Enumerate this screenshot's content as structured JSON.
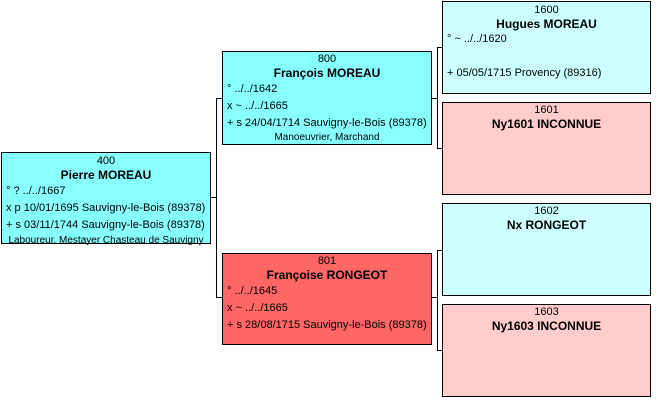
{
  "persons": {
    "p400": {
      "num": "400",
      "name": "Pierre MOREAU",
      "lines": [
        "° ? ../../1667",
        "x p 10/01/1695 Sauvigny-le-Bois (89378)",
        "+ s 03/11/1744 Sauvigny-le-Bois (89378)"
      ],
      "occupation": "Laboureur, Mestayer Chasteau de Sauvigny"
    },
    "p800": {
      "num": "800",
      "name": "François MOREAU",
      "lines": [
        "° ../../1642",
        "x ~ ../../1665",
        "+ s 24/04/1714 Sauvigny-le-Bois (89378)"
      ],
      "occupation": "Manoeuvrier, Marchand"
    },
    "p801": {
      "num": "801",
      "name": "Françoise RONGEOT",
      "lines": [
        "° ../../1645",
        "x ~ ../../1665",
        "+ s 28/08/1715 Sauvigny-le-Bois (89378)"
      ]
    },
    "p1600": {
      "num": "1600",
      "name": "Hugues MOREAU",
      "lines": [
        "° ~ ../../1620",
        "+ 05/05/1715 Provency (89316)"
      ]
    },
    "p1601": {
      "num": "1601",
      "name": "Ny1601 INCONNUE"
    },
    "p1602": {
      "num": "1602",
      "name": "Nx RONGEOT"
    },
    "p1603": {
      "num": "1603",
      "name": "Ny1603 INCONNUE"
    }
  }
}
